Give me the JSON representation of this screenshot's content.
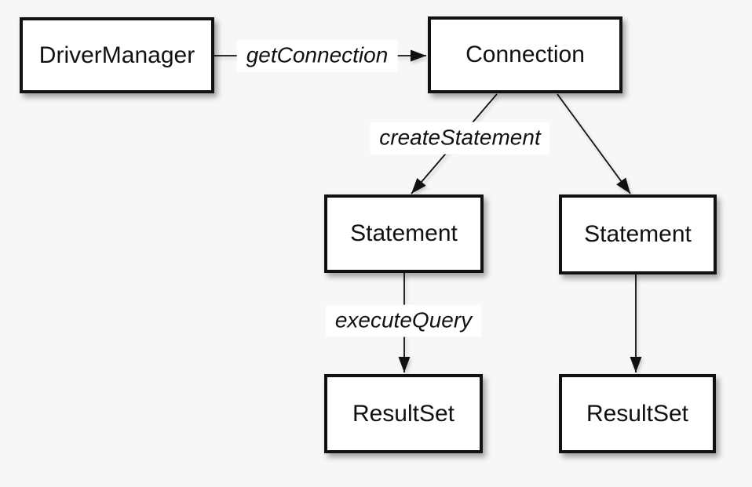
{
  "diagram": {
    "title_implicit": "JDBC object creation flow",
    "colors": {
      "background": "#f7f7f7",
      "box_fill": "#ffffff",
      "box_border": "#111111",
      "line": "#111111",
      "text": "#111111",
      "label_background": "#ffffff"
    },
    "nodes": {
      "driver_manager": {
        "label": "DriverManager"
      },
      "connection": {
        "label": "Connection"
      },
      "statement_left": {
        "label": "Statement"
      },
      "statement_right": {
        "label": "Statement"
      },
      "result_set_left": {
        "label": "ResultSet"
      },
      "result_set_right": {
        "label": "ResultSet"
      }
    },
    "edge_labels": {
      "get_connection": "getConnection",
      "create_statement": "createStatement",
      "execute_query": "executeQuery"
    },
    "edges": [
      {
        "from": "DriverManager",
        "to": "Connection",
        "label": "getConnection"
      },
      {
        "from": "Connection",
        "to": "Statement (left)",
        "label": "createStatement"
      },
      {
        "from": "Connection",
        "to": "Statement (right)",
        "label": ""
      },
      {
        "from": "Statement (left)",
        "to": "ResultSet (left)",
        "label": "executeQuery"
      },
      {
        "from": "Statement (right)",
        "to": "ResultSet (right)",
        "label": ""
      }
    ]
  }
}
